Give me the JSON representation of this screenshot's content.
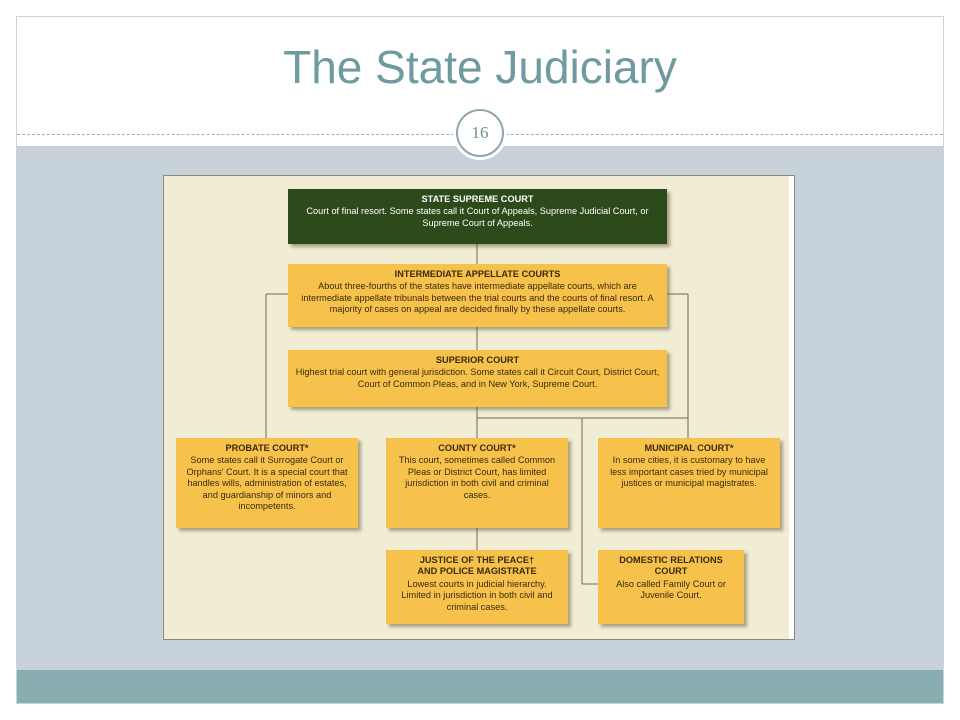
{
  "slide": {
    "title": "The State Judiciary",
    "page_number": "16"
  },
  "chart": {
    "supreme": {
      "title": "STATE SUPREME COURT",
      "desc": "Court of final resort. Some states call it Court of Appeals, Supreme Judicial Court, or Supreme Court of Appeals."
    },
    "intermediate": {
      "title": "INTERMEDIATE APPELLATE COURTS",
      "desc": "About three-fourths of the states have intermediate appellate courts, which are intermediate appellate tribunals between the trial courts and the courts of final resort. A majority of cases on appeal are decided finally by these appellate courts."
    },
    "superior": {
      "title": "SUPERIOR COURT",
      "desc": "Highest trial court with general jurisdiction. Some states call it Circuit Court, District Court, Court of Common Pleas, and in New York, Supreme Court."
    },
    "probate": {
      "title": "PROBATE COURT*",
      "desc": "Some states call it Surrogate Court or Orphans' Court. It is a special court that handles wills, administration of estates, and guardianship of minors and incompetents."
    },
    "county": {
      "title": "COUNTY COURT*",
      "desc": "This court, sometimes called Common Pleas or District Court, has limited jurisdiction in both civil and criminal cases."
    },
    "municipal": {
      "title": "MUNICIPAL COURT*",
      "desc": "In some cities, it is customary to have less important cases tried by municipal justices or municipal magistrates."
    },
    "justice": {
      "title_line1": "JUSTICE OF THE PEACE†",
      "title_line2": "AND POLICE MAGISTRATE",
      "desc": "Lowest courts in judicial hierarchy. Limited in jurisdiction in both civil and criminal cases."
    },
    "domestic": {
      "title": "DOMESTIC RELATIONS COURT",
      "desc": "Also called Family Court or Juvenile Court."
    }
  },
  "colors": {
    "title": "#6f9a9f",
    "green_box": "#2d4a1a",
    "orange_box": "#f6c24b",
    "chart_bg": "#f1ecd4",
    "content_bg": "#c6d1d9",
    "footer_bar": "#89aeb1"
  }
}
